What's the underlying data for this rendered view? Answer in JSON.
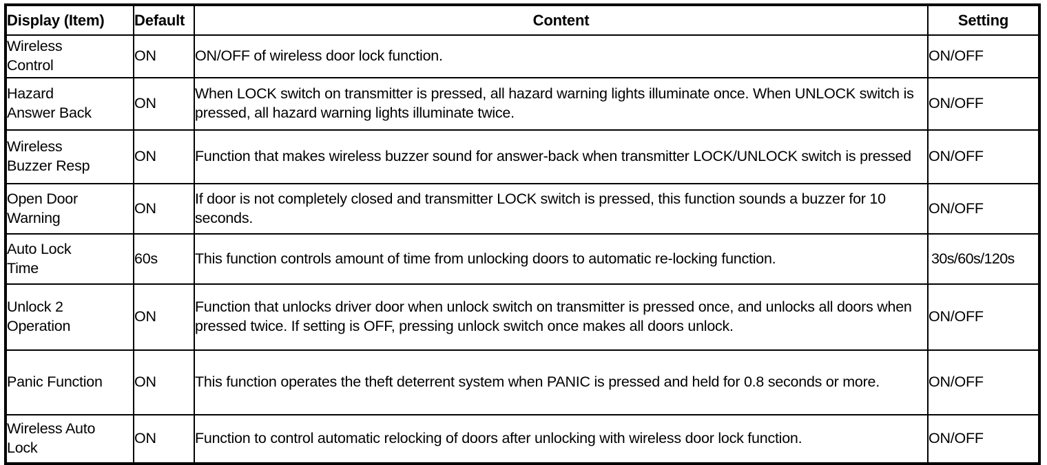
{
  "table": {
    "headers": {
      "display": "Display (Item)",
      "default": "Default",
      "content": "Content",
      "setting": "Setting"
    },
    "rows": [
      {
        "display": "Wireless\nControl",
        "default": "ON",
        "content": "ON/OFF of wireless door lock function.",
        "setting": "ON/OFF"
      },
      {
        "display": "Hazard\nAnswer Back",
        "default": "ON",
        "content": "When LOCK switch on transmitter is pressed, all hazard warning lights illuminate once. When UNLOCK switch is pressed, all hazard warning lights illuminate twice.",
        "setting": "ON/OFF"
      },
      {
        "display": "Wireless\nBuzzer Resp",
        "default": "ON",
        "content": "Function that makes wireless buzzer sound for answer-back when transmitter LOCK/UNLOCK switch is pressed",
        "setting": "ON/OFF"
      },
      {
        "display": "Open Door\nWarning",
        "default": "ON",
        "content": "If door is not completely closed and transmitter LOCK switch is pressed, this function sounds a buzzer for 10 seconds.",
        "setting": "ON/OFF"
      },
      {
        "display": "Auto Lock\nTime",
        "default": "60s",
        "content": "This function controls amount of time from unlocking doors to automatic re-locking function.",
        "setting": "30s/60s/120s"
      },
      {
        "display": "Unlock 2\nOperation",
        "default": "ON",
        "content": "Function that unlocks driver door when unlock switch on transmitter is pressed once, and unlocks all doors when pressed twice. If setting is OFF, pressing unlock switch once makes all doors unlock.",
        "setting": "ON/OFF"
      },
      {
        "display": "Panic Function",
        "default": "ON",
        "content": "This function operates the theft deterrent system when PANIC is pressed and held for 0.8 seconds or more.",
        "setting": "ON/OFF"
      },
      {
        "display": "Wireless Auto\nLock",
        "default": "ON",
        "content": "Function to control automatic relocking of doors after unlocking with wireless door lock function.",
        "setting": "ON/OFF"
      }
    ]
  }
}
